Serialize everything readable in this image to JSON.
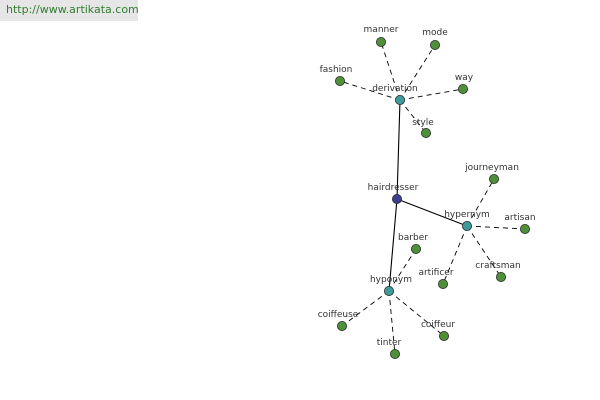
{
  "site": {
    "url": "http://www.artikata.com"
  },
  "graph": {
    "colors": {
      "root_node": "#3a3f8f",
      "relation_node": "#3f9a9a",
      "word_node": "#4e8f3a",
      "node_stroke": "#2b2b2b",
      "edge": "#000000",
      "url_bar": "#e6e6e6",
      "url_text": "#2f7d2f"
    },
    "root": {
      "id": "hairdresser",
      "label": "hairdresser"
    },
    "relations": [
      {
        "id": "derivation",
        "label": "derivation",
        "words": [
          "manner",
          "mode",
          "fashion",
          "way",
          "style"
        ]
      },
      {
        "id": "hypernym",
        "label": "hypernym",
        "words": [
          "journeyman",
          "artisan",
          "artificer",
          "craftsman"
        ]
      },
      {
        "id": "hyponym",
        "label": "hyponym",
        "words": [
          "barber",
          "coiffeuse",
          "coiffeur",
          "tinter"
        ]
      }
    ]
  }
}
